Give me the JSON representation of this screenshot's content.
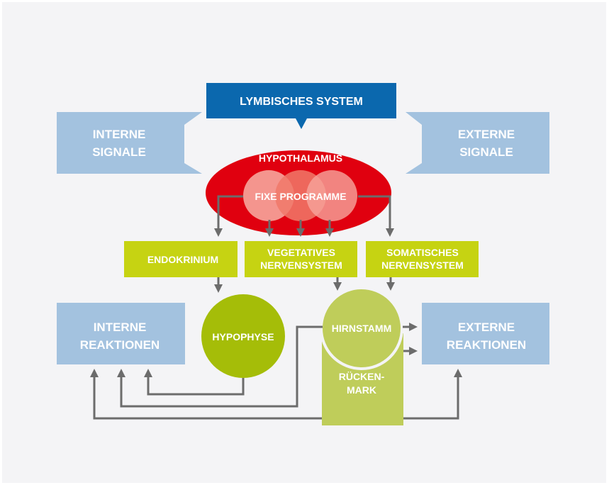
{
  "diagram": {
    "colors": {
      "background": "#f4f4f6",
      "blue_dark": "#0b68ae",
      "blue_light": "#a3c2df",
      "red": "#e0000f",
      "circle_pink": "#f6a59c",
      "lime": "#c6d312",
      "olive": "#a5bd08",
      "green_light": "#bfcd5a",
      "arrow": "#6c6c6c"
    },
    "top": {
      "limbic": "LYMBISCHES SYSTEM",
      "internal_signals": [
        "INTERNE",
        "SIGNALE"
      ],
      "external_signals": [
        "EXTERNE",
        "SIGNALE"
      ],
      "hypothalamus": "HYPOTHALAMUS",
      "programs": "FIXE PROGRAMME"
    },
    "middle": {
      "endocrine": "ENDOKRINIUM",
      "vegetative": [
        "VEGETATIVES",
        "NERVENSYSTEM"
      ],
      "somatic": [
        "SOMATISCHES",
        "NERVENSYSTEM"
      ]
    },
    "bottom": {
      "internal_reactions": [
        "INTERNE",
        "REAKTIONEN"
      ],
      "hypophysis": "HYPOPHYSE",
      "brainstem": "HIRNSTAMM",
      "spinal_cord": [
        "RÜCKEN-",
        "MARK"
      ],
      "external_reactions": [
        "EXTERNE",
        "REAKTIONEN"
      ]
    }
  }
}
